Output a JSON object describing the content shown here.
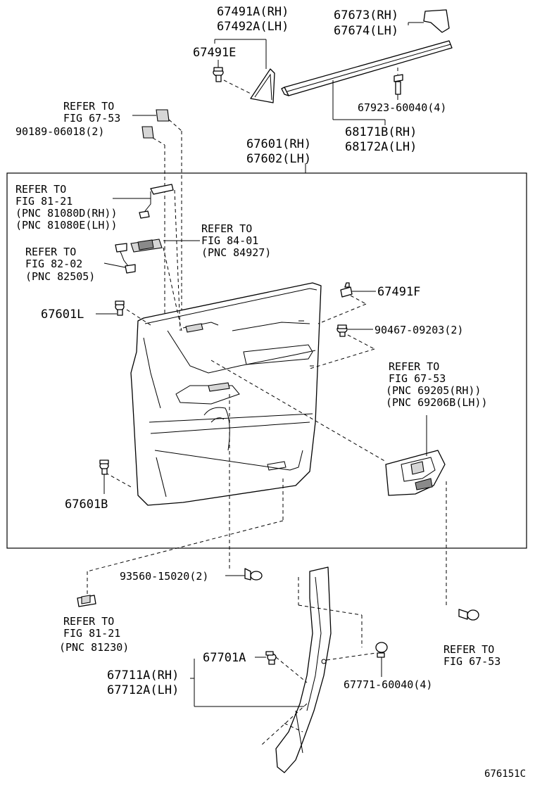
{
  "labels": {
    "p67491a_rh": "67491A(RH)",
    "p67492a_lh": "67492A(LH)",
    "p67491e": "67491E",
    "p67673_rh": "67673(RH)",
    "p67674_lh": "67674(LH)",
    "p67923": "67923-60040(4)",
    "p68171b_rh": "68171B(RH)",
    "p68172a_lh": "68172A(LH)",
    "ref_6753_top_a": "REFER TO",
    "ref_6753_top_b": "FIG 67-53",
    "p90189": "90189-06018(2)",
    "p67601_rh": "67601(RH)",
    "p67602_lh": "67602(LH)",
    "ref_8121_a": "REFER TO",
    "ref_8121_b": "FIG 81-21",
    "ref_8121_c": "(PNC 81080D(RH))",
    "ref_8121_d": "(PNC 81080E(LH))",
    "ref_8401_a": "REFER TO",
    "ref_8401_b": "FIG 84-01",
    "ref_8401_c": "(PNC 84927)",
    "ref_8202_a": "REFER TO",
    "ref_8202_b": "FIG 82-02",
    "ref_8202_c": "(PNC 82505)",
    "p67491f": "67491F",
    "p67601l": "67601L",
    "p90467": "90467-09203(2)",
    "ref_6753_mid_a": "REFER TO",
    "ref_6753_mid_b": "FIG 67-53",
    "ref_6753_mid_c": "(PNC 69205(RH))",
    "ref_6753_mid_d": "(PNC 69206B(LH))",
    "p67601b": "67601B",
    "p93560": "93560-15020(2)",
    "ref_81230_a": "REFER TO",
    "ref_81230_b": "FIG 81-21",
    "ref_81230_c": "(PNC 81230)",
    "ref_6753_bot_a": "REFER TO",
    "ref_6753_bot_b": "FIG 67-53",
    "p67701a": "67701A",
    "p67711a_rh": "67711A(RH)",
    "p67712a_lh": "67712A(LH)",
    "p67771": "67771-60040(4)",
    "diagram_id": "676151C"
  }
}
